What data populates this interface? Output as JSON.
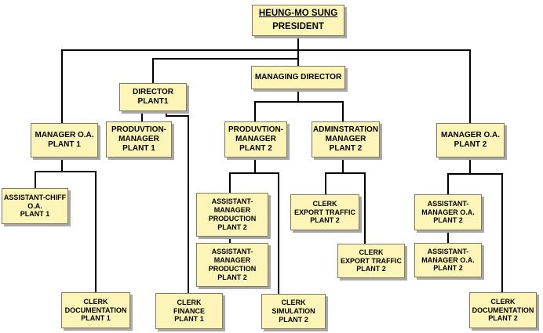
{
  "colors": {
    "box_fill": "#fdf5b8",
    "box_border": "#7f7a5c",
    "line": "#000000"
  },
  "nodes": {
    "president": {
      "name": "HEUNG-MO SUNG",
      "title": "PRESIDENT"
    },
    "director_plant1": {
      "line1": "DIRECTOR",
      "line2": "PLANT1"
    },
    "managing_director": {
      "line1": "MANAGING DIRECTOR"
    },
    "manager_oa_plant1": {
      "line1": "MANAGER O.A.",
      "line2": "PLANT 1"
    },
    "production_manager_plant1": {
      "line1": "PRODUVTION-",
      "line2": "MANAGER",
      "line3": "PLANT 1"
    },
    "production_manager_plant2": {
      "line1": "PRODUVTION-",
      "line2": "MANAGER",
      "line3": "PLANT 2"
    },
    "administration_manager_plant2": {
      "line1": "ADMINSTRATION",
      "line2": "MANAGER",
      "line3": "PLANT 2"
    },
    "manager_oa_plant2": {
      "line1": "MANAGER O.A.",
      "line2": "PLANT 2"
    },
    "assistant_chief_oa_plant1": {
      "line1": "ASSISTANT-CHIFF",
      "line2": "O.A.",
      "line3": "PLANT 1"
    },
    "assistant_manager_production_1": {
      "line1": "ASSISTANT-",
      "line2": "MANAGER",
      "line3": "PRODUCTION",
      "line4": "PLANT 2"
    },
    "assistant_manager_production_2": {
      "line1": "ASSISTANT-",
      "line2": "MANAGER",
      "line3": "PRODUCTION",
      "line4": "PLANT 2"
    },
    "clerk_export_traffic_1": {
      "line1": "CLERK",
      "line2": "EXPORT TRAFFIC",
      "line3": "PLANT 2"
    },
    "clerk_export_traffic_2": {
      "line1": "CLERK",
      "line2": "EXPORT TRAFFIC",
      "line3": "PLANT 2"
    },
    "assistant_manager_oa_1": {
      "line1": "ASSISTANT-",
      "line2": "MANAGER O.A.",
      "line3": "PLANT 2"
    },
    "assistant_manager_oa_2": {
      "line1": "ASSISTANT-",
      "line2": "MANAGER O.A.",
      "line3": "PLANT 2"
    },
    "clerk_documentation_plant1": {
      "line1": "CLERK",
      "line2": "DOCUMENTATION",
      "line3": "PLANT 1"
    },
    "clerk_finance_plant1": {
      "line1": "CLERK",
      "line2": "FINANCE",
      "line3": "PLANT 1"
    },
    "clerk_simulation_plant2": {
      "line1": "CLERK",
      "line2": "SIMULATION",
      "line3": "PLANT 2"
    },
    "clerk_documentation_plant2": {
      "line1": "CLERK",
      "line2": "DOCUMENTATION",
      "line3": "PLANT 2"
    }
  }
}
